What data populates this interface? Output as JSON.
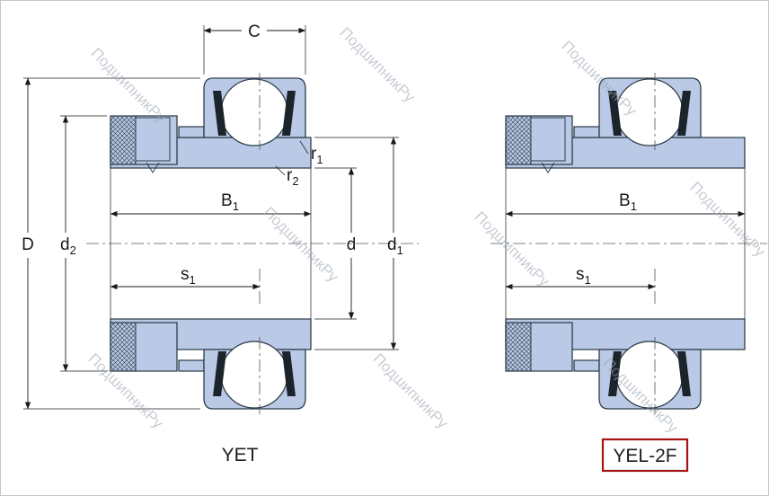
{
  "watermark": {
    "text": "ПодшипникРу"
  },
  "colors": {
    "bearing_fill": "#b9c9e6",
    "outline": "#2e3e4a",
    "dim": "#1a1a1a",
    "watermark": "#9aa4b2",
    "highlight": "#a31515",
    "border": "#c8c8c8"
  },
  "labels": {
    "C": {
      "base": "C",
      "sub": ""
    },
    "D": {
      "base": "D",
      "sub": ""
    },
    "d2": {
      "base": "d",
      "sub": "2"
    },
    "B1_left": {
      "base": "B",
      "sub": "1"
    },
    "s1_left": {
      "base": "s",
      "sub": "1"
    },
    "r1": {
      "base": "r",
      "sub": "1"
    },
    "r2": {
      "base": "r",
      "sub": "2"
    },
    "d": {
      "base": "d",
      "sub": ""
    },
    "d1": {
      "base": "d",
      "sub": "1"
    },
    "B1_right": {
      "base": "B",
      "sub": "1"
    },
    "s1_right": {
      "base": "s",
      "sub": "1"
    }
  },
  "captions": {
    "left": "YET",
    "right": "YEL-2F"
  }
}
